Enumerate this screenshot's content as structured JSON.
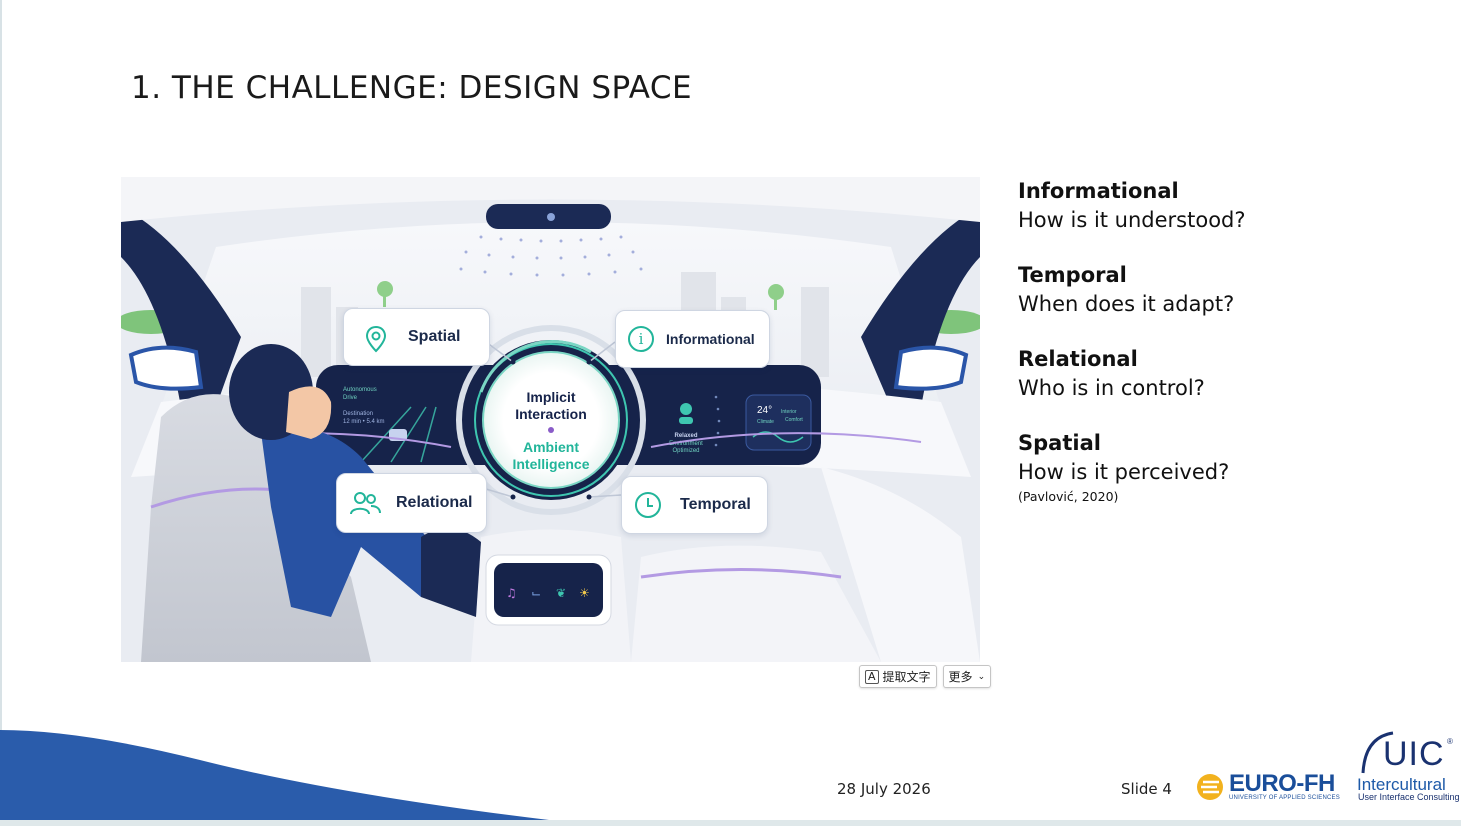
{
  "slide": {
    "title": "1. THE CHALLENGE: DESIGN SPACE",
    "date": "28 July 2026",
    "slide_number": "Slide 4"
  },
  "illustration": {
    "callouts": {
      "spatial": "Spatial",
      "informational": "Informational",
      "relational": "Relational",
      "temporal": "Temporal"
    },
    "hub": {
      "line1": "Implicit",
      "line2": "Interaction",
      "line3": "Ambient",
      "line4": "Intelligence"
    },
    "dash_left": {
      "line1": "Autonomous",
      "line2": "Drive",
      "line3": "Destination",
      "line4": "12 min • 5.4 km"
    },
    "dash_right": {
      "status1": "Relaxed",
      "status2": "Environment",
      "status3": "Optimized",
      "temp": "24°",
      "temp_label": "Climate",
      "comfort1": "Interior",
      "comfort2": "Comfort"
    },
    "colors": {
      "accent_teal": "#22b59a",
      "accent_purple": "#8a5cc8",
      "navy": "#16234a"
    }
  },
  "design_space": [
    {
      "heading": "Informational",
      "question": "How is it understood?"
    },
    {
      "heading": "Temporal",
      "question": "When does it adapt?"
    },
    {
      "heading": "Relational",
      "question": "Who is in control?"
    },
    {
      "heading": "Spatial",
      "question": "How is it perceived?"
    }
  ],
  "citation": "(Pavlović, 2020)",
  "image_toolbar": {
    "extract_text": "提取文字",
    "more": "更多"
  },
  "logos": {
    "euro_fh": "EURO-FH",
    "euro_fh_sub": "UNIVERSITY OF APPLIED SCIENCES",
    "uic": "UIC",
    "uic_line1": "Intercultural",
    "uic_line2": "User Interface Consulting"
  }
}
